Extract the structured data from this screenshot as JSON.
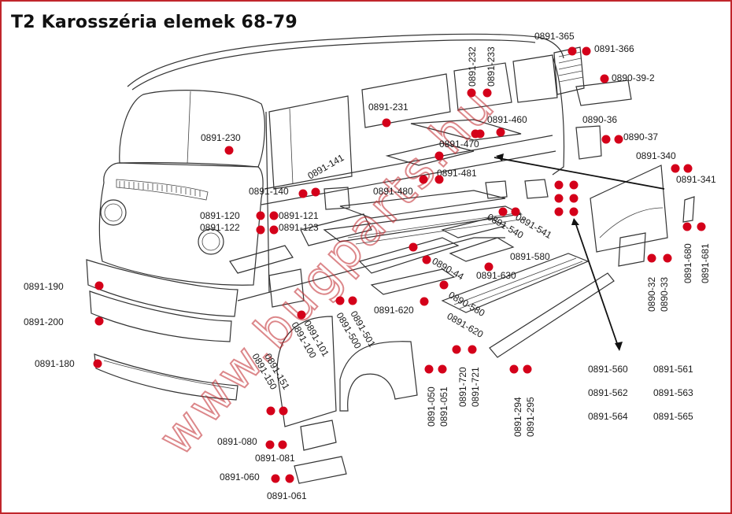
{
  "title": "T2 Karosszéria elemek 68-79",
  "watermark": "www.bugparts.hu",
  "dot_color": "#d4001a",
  "frame_color": "#c0262b",
  "labels": [
    {
      "id": "l0891-365",
      "text": "0891-365"
    },
    {
      "id": "l0891-366",
      "text": "0891-366"
    },
    {
      "id": "l0890-39-2",
      "text": "0890-39-2"
    },
    {
      "id": "l0891-232",
      "text": "0891-232"
    },
    {
      "id": "l0891-233",
      "text": "0891-233"
    },
    {
      "id": "l0891-231",
      "text": "0891-231"
    },
    {
      "id": "l0891-460",
      "text": "0891-460"
    },
    {
      "id": "l0890-36",
      "text": "0890-36"
    },
    {
      "id": "l0890-37",
      "text": "0890-37"
    },
    {
      "id": "l0891-470",
      "text": "0891-470"
    },
    {
      "id": "l0891-230",
      "text": "0891-230"
    },
    {
      "id": "l0891-340",
      "text": "0891-340"
    },
    {
      "id": "l0891-341",
      "text": "0891-341"
    },
    {
      "id": "l0891-141",
      "text": "0891-141"
    },
    {
      "id": "l0891-481",
      "text": "0891-481"
    },
    {
      "id": "l0891-140",
      "text": "0891-140"
    },
    {
      "id": "l0891-480",
      "text": "0891-480"
    },
    {
      "id": "l0891-120",
      "text": "0891-120"
    },
    {
      "id": "l0891-121",
      "text": "0891-121"
    },
    {
      "id": "l0891-122",
      "text": "0891-122"
    },
    {
      "id": "l0891-123",
      "text": "0891-123"
    },
    {
      "id": "l0891-540",
      "text": "0891-540"
    },
    {
      "id": "l0891-541",
      "text": "0891-541"
    },
    {
      "id": "l0891-580",
      "text": "0891-580"
    },
    {
      "id": "l0891-680",
      "text": "0891-680"
    },
    {
      "id": "l0891-681",
      "text": "0891-681"
    },
    {
      "id": "l0890-44",
      "text": "0890-44"
    },
    {
      "id": "l0891-630",
      "text": "0891-630"
    },
    {
      "id": "l0890-32",
      "text": "0890-32"
    },
    {
      "id": "l0890-33",
      "text": "0890-33"
    },
    {
      "id": "l0891-190",
      "text": "0891-190"
    },
    {
      "id": "l0891-620",
      "text": "0891-620"
    },
    {
      "id": "l0890-580",
      "text": "0890-580"
    },
    {
      "id": "l0891-620b",
      "text": "0891-620"
    },
    {
      "id": "l0891-200",
      "text": "0891-200"
    },
    {
      "id": "l0891-100",
      "text": "0891-100"
    },
    {
      "id": "l0891-101",
      "text": "0891-101"
    },
    {
      "id": "l0891-500",
      "text": "0891-500"
    },
    {
      "id": "l0891-501",
      "text": "0891-501"
    },
    {
      "id": "l0891-180",
      "text": "0891-180"
    },
    {
      "id": "l0891-150",
      "text": "0891-150"
    },
    {
      "id": "l0891-151",
      "text": "0891-151"
    },
    {
      "id": "l0891-050",
      "text": "0891-050"
    },
    {
      "id": "l0891-051",
      "text": "0891-051"
    },
    {
      "id": "l0891-720",
      "text": "0891-720"
    },
    {
      "id": "l0891-721",
      "text": "0891-721"
    },
    {
      "id": "l0891-294",
      "text": "0891-294"
    },
    {
      "id": "l0891-295",
      "text": "0891-295"
    },
    {
      "id": "l0891-560",
      "text": "0891-560"
    },
    {
      "id": "l0891-561",
      "text": "0891-561"
    },
    {
      "id": "l0891-562",
      "text": "0891-562"
    },
    {
      "id": "l0891-563",
      "text": "0891-563"
    },
    {
      "id": "l0891-564",
      "text": "0891-564"
    },
    {
      "id": "l0891-565",
      "text": "0891-565"
    },
    {
      "id": "l0891-080",
      "text": "0891-080"
    },
    {
      "id": "l0891-081",
      "text": "0891-081"
    },
    {
      "id": "l0891-060",
      "text": "0891-060"
    },
    {
      "id": "l0891-061",
      "text": "0891-061"
    }
  ]
}
